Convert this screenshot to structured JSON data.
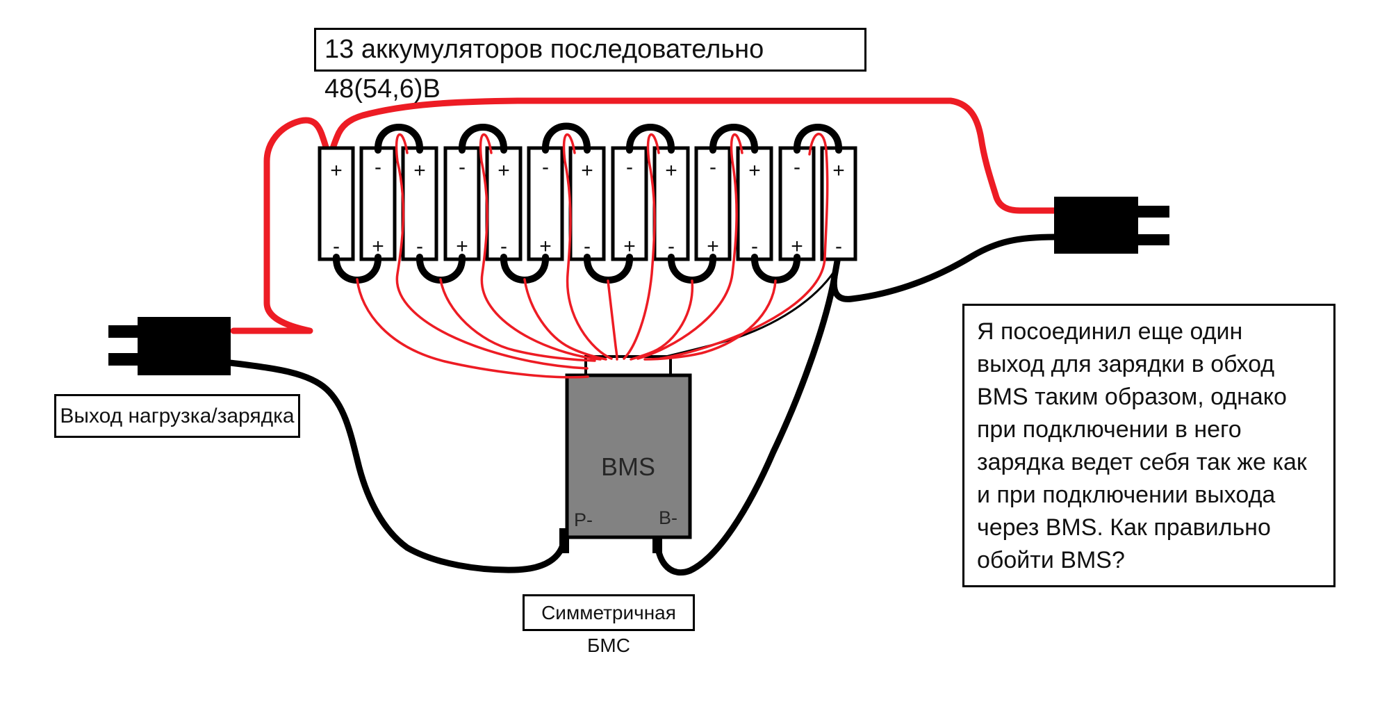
{
  "title": "13 аккумуляторов последовательно 48(54,6)В",
  "labels": {
    "output": "Выход нагрузка/зарядка",
    "bms_caption": "Симметричная БМС"
  },
  "note": {
    "lines": [
      "Я посоединил еще один",
      "выход для зарядки в обход",
      "BMS таким образом, однако",
      "при подключении в него",
      "зарядка ведет себя так же как",
      "и при подключении выхода",
      "через BMS. Как правильно",
      "обойти BMS?"
    ]
  },
  "bms": {
    "label": "BMS",
    "p_minus": "P-",
    "b_minus": "B-"
  },
  "batteries": [
    {
      "top": "+",
      "bottom": "-"
    },
    {
      "top": "-",
      "bottom": "+"
    },
    {
      "top": "+",
      "bottom": "-"
    },
    {
      "top": "-",
      "bottom": "+"
    },
    {
      "top": "+",
      "bottom": "-"
    },
    {
      "top": "-",
      "bottom": "+"
    },
    {
      "top": "+",
      "bottom": "-"
    },
    {
      "top": "-",
      "bottom": "+"
    },
    {
      "top": "+",
      "bottom": "-"
    },
    {
      "top": "-",
      "bottom": "+"
    },
    {
      "top": "+",
      "bottom": "-"
    },
    {
      "top": "-",
      "bottom": "+"
    },
    {
      "top": "+",
      "bottom": "-"
    }
  ],
  "colors": {
    "wire_red": "#ed1c24",
    "wire_black": "#000000",
    "bms_gray": "#828282"
  }
}
